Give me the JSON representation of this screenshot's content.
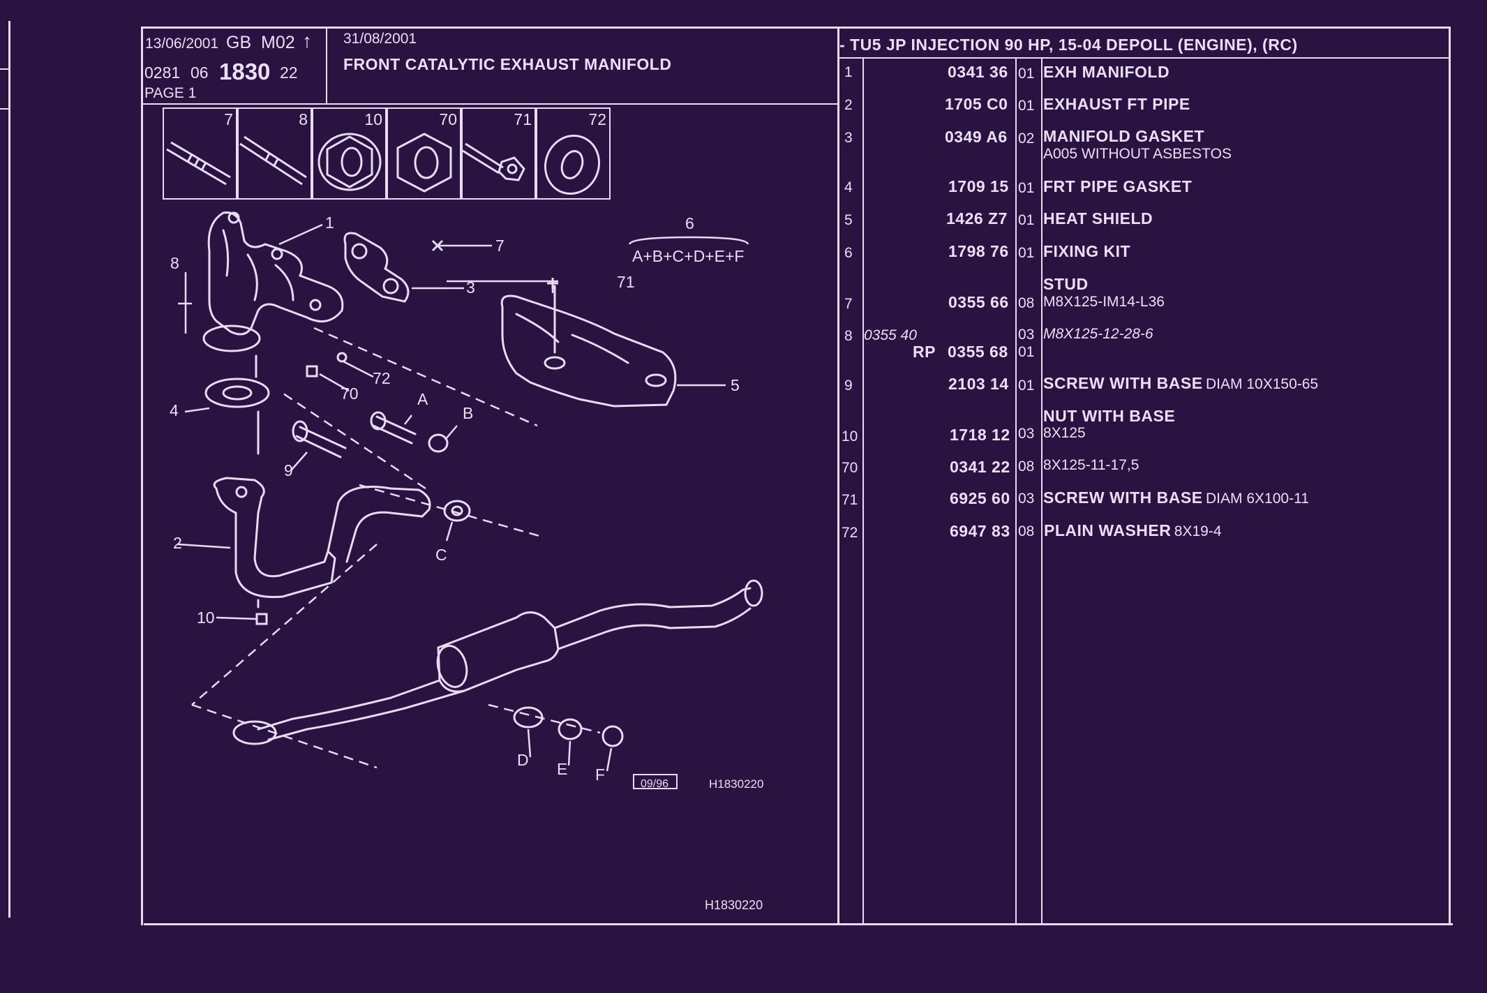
{
  "header": {
    "print_date": "13/06/2001",
    "lang": "GB",
    "model": "M02",
    "ref_prefix": "0281",
    "ref_mid": "06",
    "ref_main": "1830",
    "ref_suffix": "22",
    "page": "PAGE 1",
    "edition_date": "31/08/2001",
    "title": "FRONT CATALYTIC EXHAUST MANIFOLD",
    "engine": "- TU5 JP INJECTION 90 HP, 15-04 DEPOLL (ENGINE), (RC)"
  },
  "thumbnails": [
    "7",
    "8",
    "10",
    "70",
    "71",
    "72"
  ],
  "diagram": {
    "callouts": [
      "1",
      "2",
      "3",
      "4",
      "5",
      "6",
      "7",
      "8",
      "9",
      "10",
      "70",
      "71",
      "72",
      "A",
      "B",
      "C",
      "D",
      "E",
      "F"
    ],
    "kit_formula": "A+B+C+D+E+F",
    "stamp": "09/96",
    "code": "H1830220",
    "footer_code": "H1830220"
  },
  "parts": [
    {
      "item": "1",
      "ref": "0341 36",
      "qty": "01",
      "name": "EXH MANIFOLD",
      "spec": ""
    },
    {
      "item": "2",
      "ref": "1705 C0",
      "qty": "01",
      "name": "EXHAUST FT PIPE",
      "spec": ""
    },
    {
      "item": "3",
      "ref": "0349 A6",
      "qty": "02",
      "name": "MANIFOLD GASKET",
      "spec": "A005 WITHOUT ASBESTOS"
    },
    {
      "item": "4",
      "ref": "1709 15",
      "qty": "01",
      "name": "FRT PIPE GASKET",
      "spec": ""
    },
    {
      "item": "5",
      "ref": "1426 Z7",
      "qty": "01",
      "name": "HEAT SHIELD",
      "spec": ""
    },
    {
      "item": "6",
      "ref": "1798 76",
      "qty": "01",
      "name": "FIXING KIT",
      "spec": ""
    },
    {
      "item": "7",
      "ref": "0355 66",
      "qty": "08",
      "name": "STUD",
      "spec": "M8X125-IM14-L36"
    },
    {
      "item": "8",
      "old_ref": "0355 40",
      "old_qty": "03",
      "old_spec": "M8X125-12-28-6",
      "rp": "RP",
      "ref": "0355 68",
      "qty": "01"
    },
    {
      "item": "9",
      "ref": "2103 14",
      "qty": "01",
      "name": "SCREW WITH BASE",
      "spec": "DIAM 10X150-65"
    },
    {
      "item": "10",
      "ref": "1718 12",
      "qty": "03",
      "name": "NUT WITH BASE",
      "spec": "8X125"
    },
    {
      "item": "70",
      "ref": "0341 22",
      "qty": "08",
      "name": "",
      "spec": "8X125-11-17,5"
    },
    {
      "item": "71",
      "ref": "6925 60",
      "qty": "03",
      "name": "SCREW WITH BASE",
      "spec": "DIAM 6X100-11"
    },
    {
      "item": "72",
      "ref": "6947 83",
      "qty": "08",
      "name": "PLAIN WASHER",
      "spec": "8X19-4"
    }
  ],
  "colors": {
    "background": "#2a1340",
    "lines": "#e8dcf2"
  }
}
